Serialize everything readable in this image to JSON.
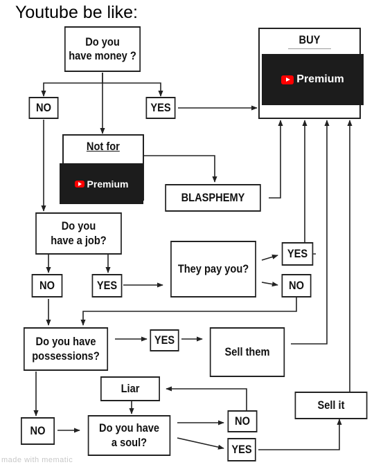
{
  "caption": "Youtube be like:",
  "nodes": {
    "have_money": "Do you\nhave money ?",
    "buy": "BUY",
    "no_1": "NO",
    "yes_1": "YES",
    "not_for": "Not for",
    "blasphemy": "BLASPHEMY",
    "have_job": "Do you\nhave a job?",
    "no_2": "NO",
    "yes_2": "YES",
    "they_pay": "They pay you?",
    "yes_3": "YES",
    "no_3": "NO",
    "possessions": "Do you have\npossessions?",
    "yes_4": "YES",
    "sell_them": "Sell them",
    "liar": "Liar",
    "no_4": "NO",
    "soul": "Do you have\na soul?",
    "no_5": "NO",
    "yes_5": "YES",
    "sell_it": "Sell it"
  },
  "premium_label": "Premium",
  "watermark": "made with mematic",
  "colors": {
    "premium_bg": "#1c1c1c",
    "youtube_red": "#ff0000",
    "line": "#222222"
  }
}
